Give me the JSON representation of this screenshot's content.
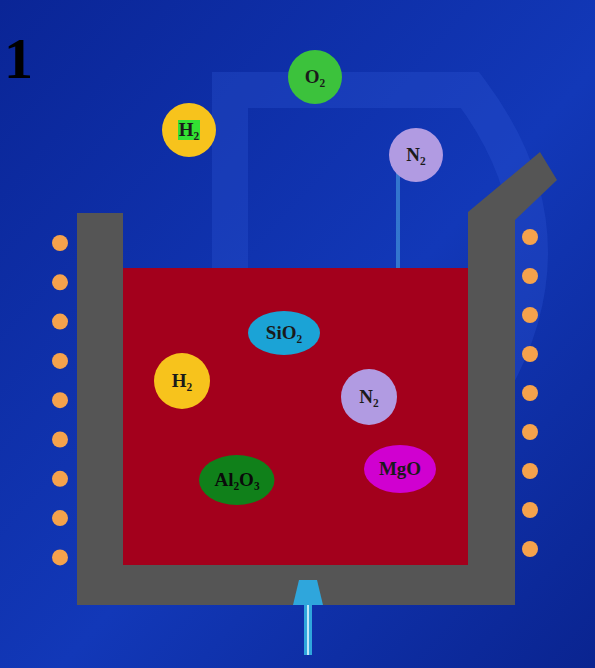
{
  "diagram": {
    "nodes": [
      {
        "text": [
          "O₂"
        ]
      },
      {
        "text": [
          "H₂"
        ]
      },
      {
        "text": [
          "N₂"
        ]
      },
      {
        "text": [
          "SiO₂"
        ]
      },
      {
        "text": [
          "H₂"
        ]
      },
      {
        "text": [
          "N₂"
        ]
      },
      {
        "text": [
          "Al₂O₃"
        ]
      },
      {
        "text": [
          "MgO"
        ]
      }
    ],
    "edges": [],
    "labels": [
      "1"
    ]
  }
}
